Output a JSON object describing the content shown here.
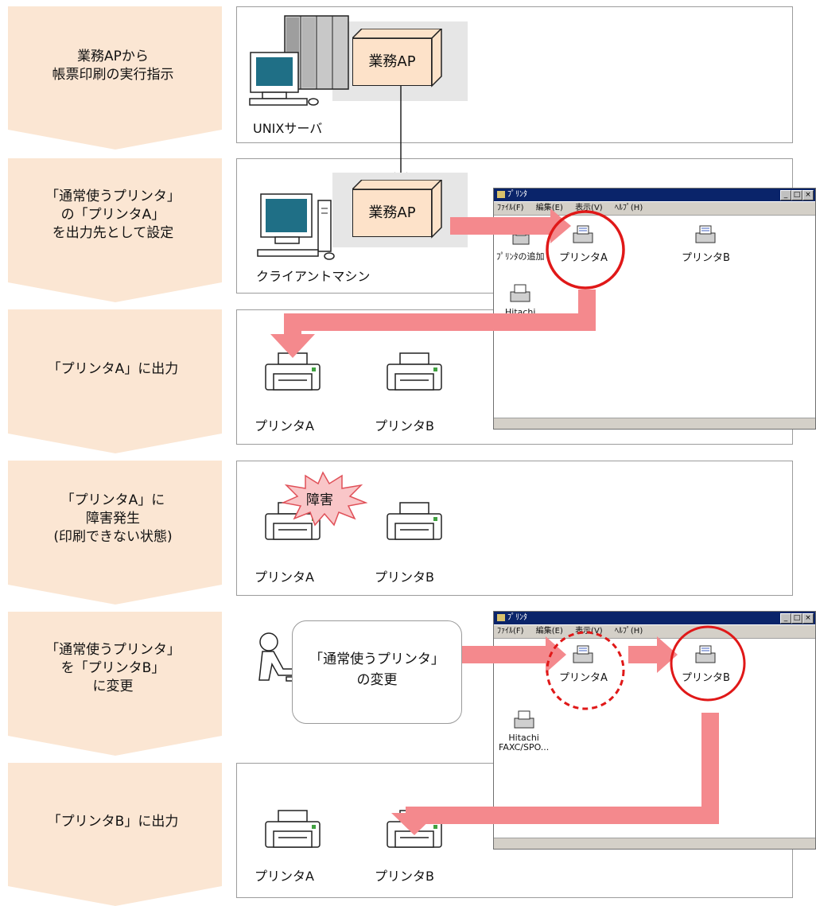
{
  "steps": [
    {
      "text": "業務APから\n帳票印刷の実行指示"
    },
    {
      "text": "「通常使うプリンタ」\nの「プリンタA」\nを出力先として設定"
    },
    {
      "text": "「プリンタA」に出力"
    },
    {
      "text": "「プリンタA」に\n障害発生\n(印刷できない状態)"
    },
    {
      "text": "「通常使うプリンタ」\nを「プリンタB」\nに変更"
    },
    {
      "text": "「プリンタB」に出力"
    }
  ],
  "panel1": {
    "app_label": "業務AP",
    "machine_label": "UNIXサーバ"
  },
  "panel2": {
    "app_label": "業務AP",
    "machine_label": "クライアントマシン"
  },
  "panel3": {
    "printer_a": "プリンタA",
    "printer_b": "プリンタB"
  },
  "panel4": {
    "printer_a": "プリンタA",
    "printer_b": "プリンタB",
    "failure_label": "障害"
  },
  "panel5": {
    "balloon_text": "「通常使うプリンタ」\nの変更"
  },
  "panel6": {
    "printer_a": "プリンタA",
    "printer_b": "プリンタB"
  },
  "window1": {
    "title": "ﾌﾟﾘﾝﾀ",
    "menu": [
      "ﾌｧｲﾙ(F)",
      "編集(E)",
      "表示(V)",
      "ﾍﾙﾌﾟ(H)"
    ],
    "icons": {
      "add_printer": "ﾌﾟﾘﾝﾀの追加",
      "printer_a": "プリンタA",
      "printer_b": "プリンタB",
      "hitachi": "Hitachi"
    }
  },
  "window2": {
    "title": "ﾌﾟﾘﾝﾀ",
    "menu": [
      "ﾌｧｲﾙ(F)",
      "編集(E)",
      "表示(V)",
      "ﾍﾙﾌﾟ(H)"
    ],
    "icons": {
      "printer_a": "プリンタA",
      "printer_b": "プリンタB",
      "hitachi_line1": "Hitachi",
      "hitachi_line2": "FAXC/SPO..."
    }
  },
  "colors": {
    "step_fill": "#fbe6d3",
    "ap_fill": "#fde2c9",
    "arrow": "#f4898d",
    "highlight": "#e01818"
  }
}
